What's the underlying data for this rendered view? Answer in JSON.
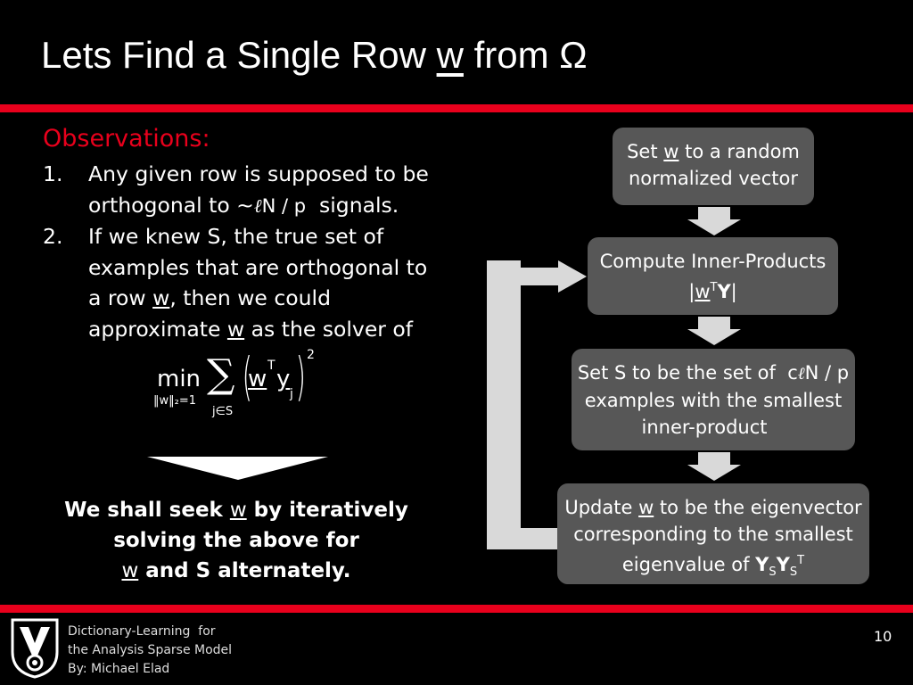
{
  "title": {
    "prefix": "Lets Find a Single Row ",
    "var": "w",
    "suffix": " from Ω"
  },
  "observations": {
    "heading": "Observations:",
    "items": [
      {
        "num": "1.",
        "line1": "Any given row is supposed to be",
        "line2_a": "orthogonal to ~",
        "line2_ell": "ℓ",
        "line2_b": "N / p",
        "line2_c": "  signals."
      },
      {
        "num": "2.",
        "line1": "If we knew S, the true set of",
        "line2": "examples that are orthogonal to",
        "line3_a": "a row ",
        "line3_w": "w",
        "line3_b": ", then we could",
        "line4_a": "approximate ",
        "line4_w": "w",
        "line4_b": " as the solver of"
      }
    ]
  },
  "formula": {
    "min": "min",
    "constraint": "‖w‖₂=1",
    "sum": "∑",
    "index": "j∈S",
    "w": "w",
    "T": "T",
    "y": "y",
    "j": "j",
    "exp": "2"
  },
  "conclusion": {
    "l1_a": "We shall seek ",
    "l1_w": "w",
    "l1_b": " by iteratively",
    "l2": "solving the above for",
    "l3_w": "w",
    "l3_b": " and S alternately."
  },
  "flow": [
    {
      "a": "Set ",
      "w": "w",
      "b": " to a random",
      "line2": "normalized vector"
    },
    {
      "line1": "Compute Inner-Products",
      "l2_a": "|",
      "l2_w": "w",
      "l2_T": "T",
      "l2_Y": "Y",
      "l2_b": "|"
    },
    {
      "a": "Set S to be the set of  c",
      "ell": "ℓ",
      "b": "N / p",
      "line2": "examples with the smallest",
      "line3": "inner-product"
    },
    {
      "a": "Update ",
      "w": "w",
      "b": " to be the eigenvector",
      "line2": "corresponding to the smallest",
      "l3_a": "eigenvalue of ",
      "l3_Y": "Y",
      "l3_S": "S",
      "l3_Y2": "Y",
      "l3_S2": "S",
      "l3_T": "T"
    }
  ],
  "footer": {
    "line1": "Dictionary-Learning  for",
    "line2": "the Analysis Sparse Model",
    "line3": "By: Michael Elad",
    "page": "10"
  },
  "colors": {
    "accent": "#e8001c",
    "box": "#575757",
    "arrow": "#d9d9d9"
  }
}
